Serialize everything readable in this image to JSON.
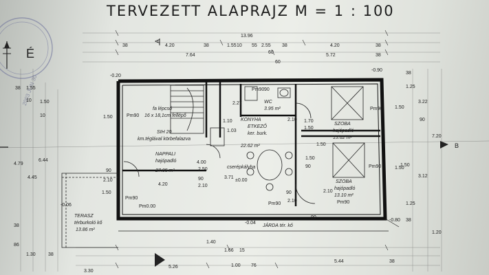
{
  "title": "TERVEZETT  ALAPRAJZ  M = 1 : 100",
  "north_letter": "É",
  "section": {
    "a": "A",
    "b": "B"
  },
  "stamp": {
    "text": "2003 JÚN 30"
  },
  "rooms": {
    "stair": {
      "l1": "fa lépcső",
      "l2": "16 x 18,1cm fellépő"
    },
    "wc": {
      "name": "WC",
      "area": "3.95 m²"
    },
    "kitchen": {
      "name": "KONYHA",
      "l2": "ETKEZŐ",
      "l3": "ker. burk.",
      "area": "22.62 m²"
    },
    "szoba1": {
      "name": "SZOBA",
      "floor": "hajópadló",
      "area": "13.62 m²"
    },
    "szoba2": {
      "name": "SZOBA",
      "floor": "hajópadló",
      "area": "13.10 m²"
    },
    "living": {
      "l1": "SIH 20",
      "l2": "km.téglával körbefalazva",
      "name": "NAPPALI",
      "floor": "hajópadló",
      "area": "27.05 m²"
    },
    "stove": "cserépkályha",
    "terrace": {
      "name": "TERASZ",
      "floor": "térburkoló kő",
      "area": "13.86 m²"
    },
    "pavement": "JÁRDA tér. kő"
  },
  "levels": {
    "pm000": "Pm0.00",
    "pm090": "Pm90",
    "pm_090": "-0.90",
    "pm_080": "-0.80",
    "pm_020": "-0.20",
    "pm_004": "-0.04",
    "pm_006": "-0.06",
    "z000": "±0.00"
  },
  "dims_top": {
    "total": "13.96",
    "a1": "38",
    "a2": "4.20",
    "a3": "38",
    "a4": "55",
    "a5": "4.20",
    "a6": "38",
    "b1": "1.55",
    "b2": "10",
    "b3": "2.55",
    "b4": "38",
    "b5": "7.64",
    "b6": "5.72",
    "b7": "38",
    "b8": "60",
    "b9": "60"
  },
  "dims_bottom": {
    "c1": "5.26",
    "c2": "3.30",
    "c3": "1.00",
    "c4": "76",
    "c5": "5.44",
    "c6": "38"
  },
  "dims_left": {
    "d1": "38",
    "d2": "1.55",
    "d3": "10",
    "d4": "1.50",
    "d5": "10",
    "d6": "4.79",
    "d7": "4.45",
    "d8": "6.44",
    "d9": "1.50",
    "d10": "38",
    "d11": "1.30",
    "d12": "86",
    "d13": "38"
  },
  "dims_right": {
    "e1": "38",
    "e2": "1.25",
    "e3": "3.22",
    "e4": "90",
    "e5": "1.50",
    "e6": "7.20",
    "e7": "1.50",
    "e8": "3.12",
    "e9": "1.25",
    "e10": "38",
    "e11": "1.50",
    "e12": "1.20"
  },
  "inner_dims": {
    "i1": "90",
    "i2": "2.10",
    "i3": "1.50",
    "i4": "4.20",
    "i5": "90",
    "i6": "2.10",
    "i7": "4.00",
    "i8": "2.50",
    "i9": "1.10",
    "i10": "90",
    "i11": "2.27",
    "i12": "1.03",
    "i13": "3.71",
    "i14": "2.10",
    "i15": "90",
    "i16": "2.10",
    "i17": "1.66",
    "i18": "15",
    "i19": "1.70",
    "i20": "1.50",
    "i21": "1.50",
    "i22": "90",
    "i23": "2.10",
    "i24": "1.50",
    "i25": "1.40",
    "i26": "90"
  }
}
